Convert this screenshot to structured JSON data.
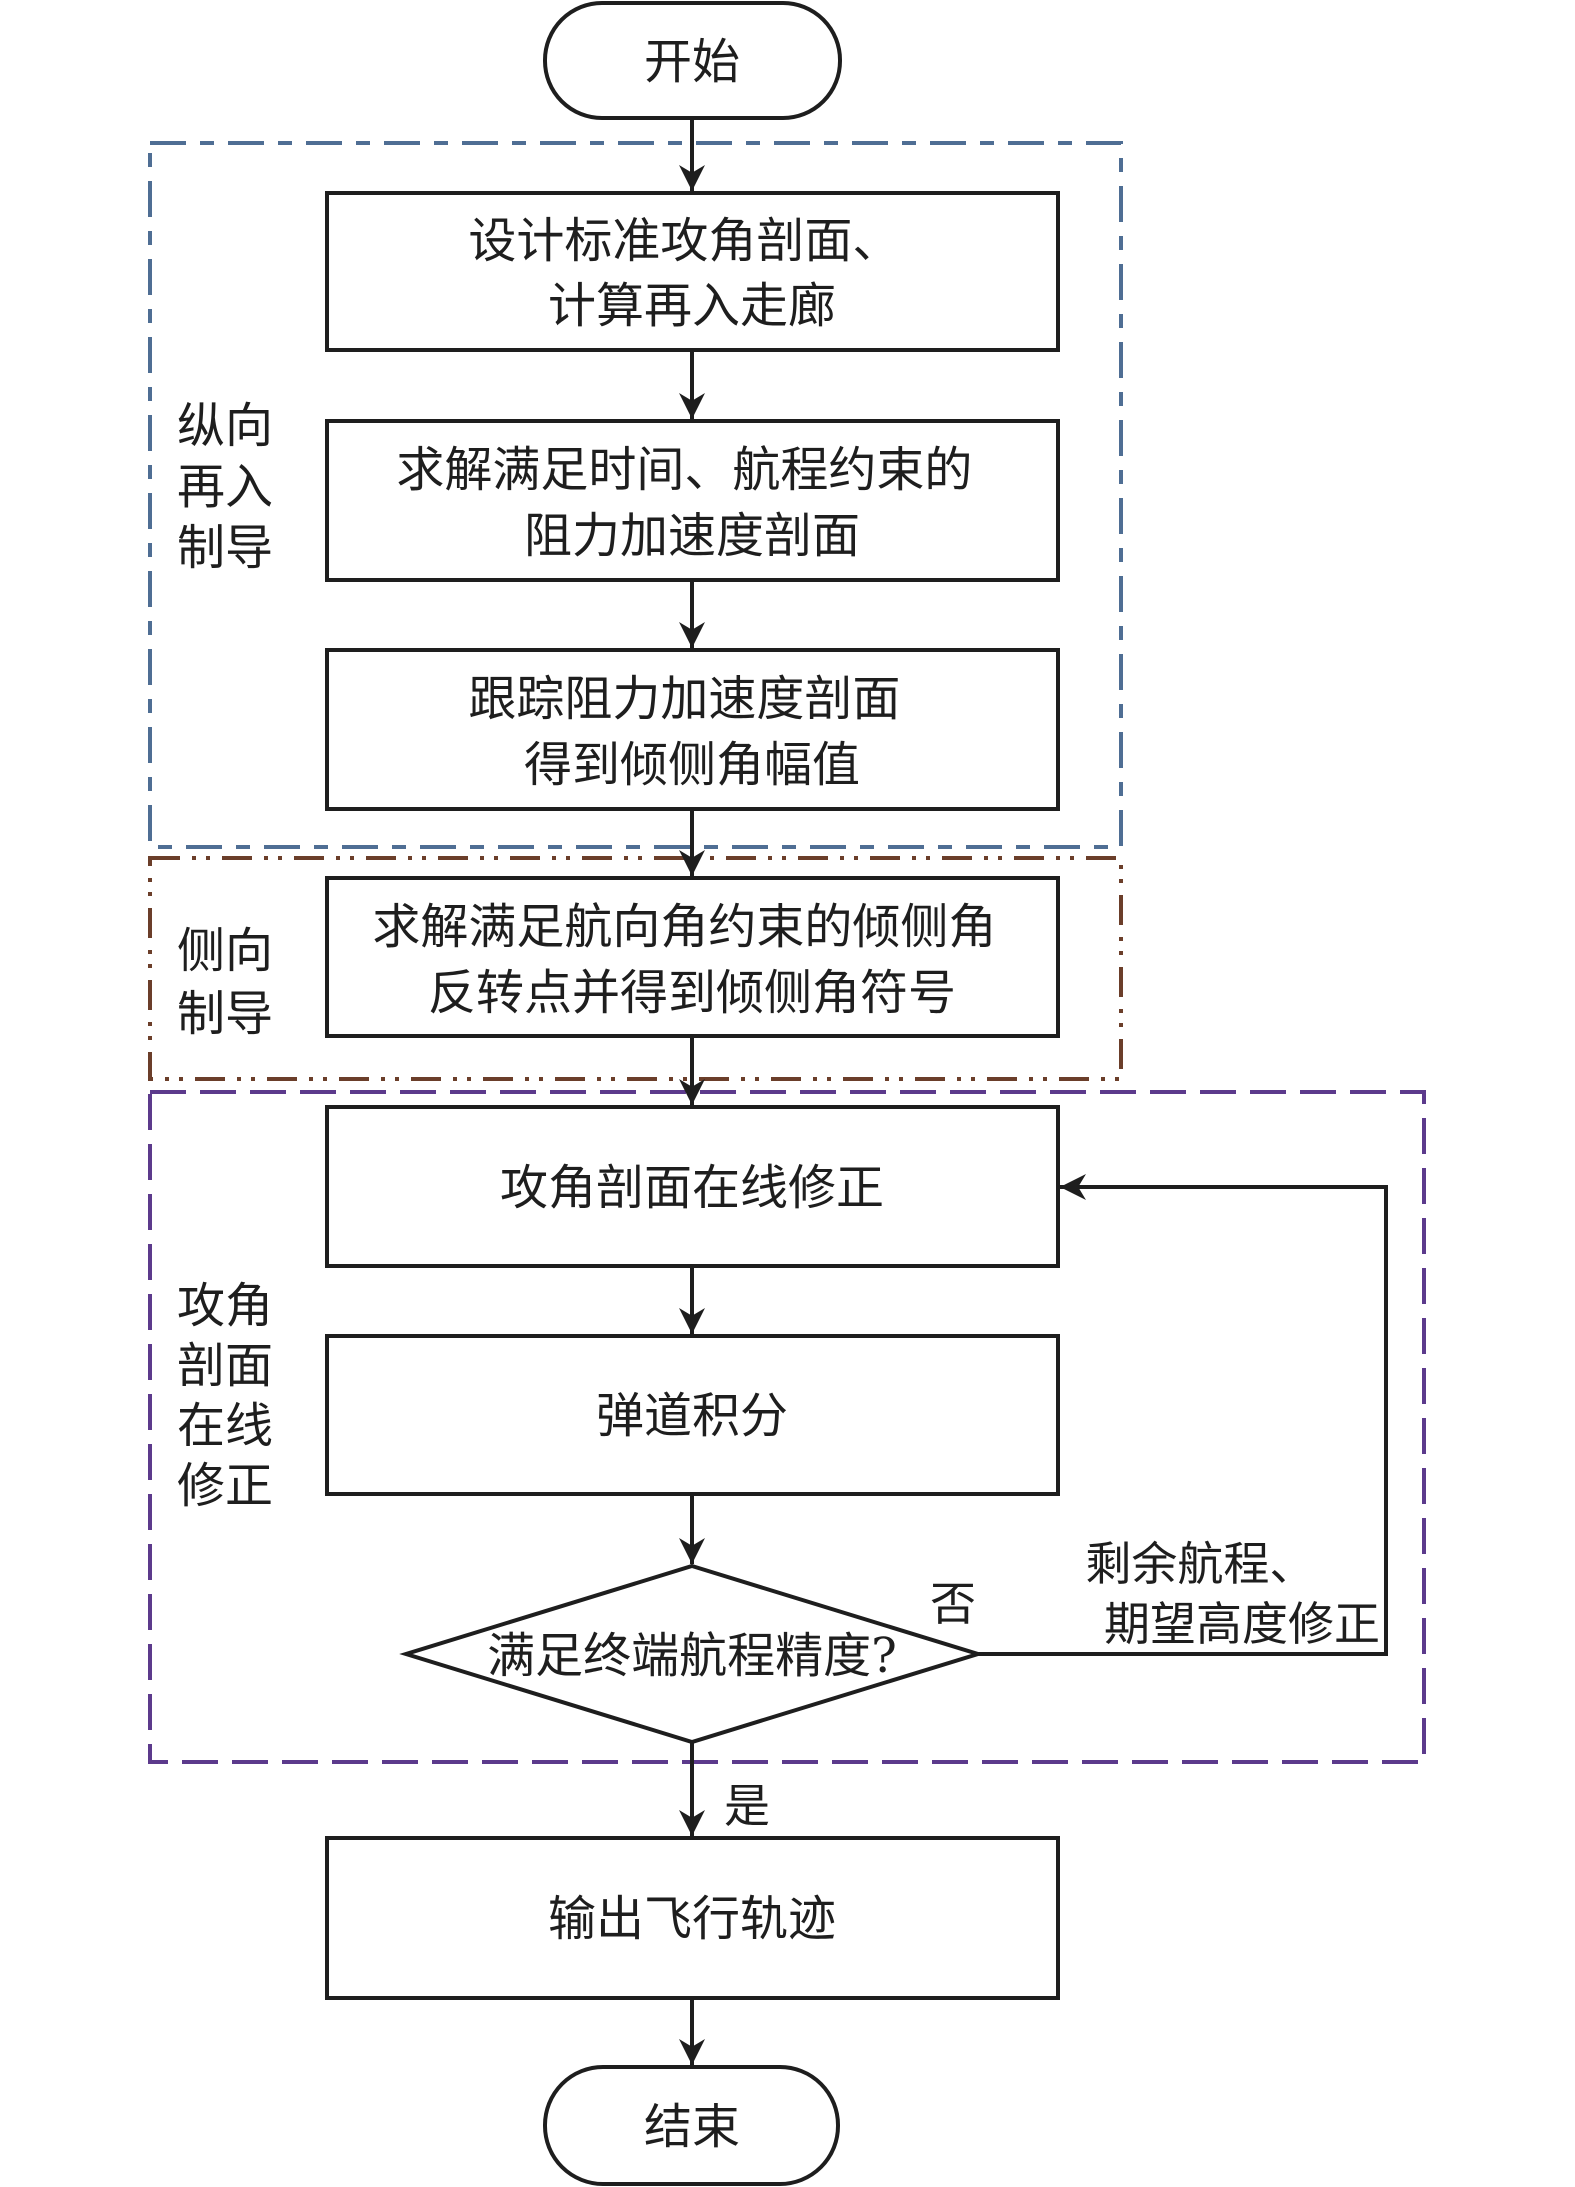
{
  "diagram": {
    "type": "flowchart",
    "colors": {
      "stroke": "#1e1e1e",
      "group_longitudinal": "#4f6e94",
      "group_lateral": "#6b3e2a",
      "group_online": "#5c3a8c"
    },
    "nodes": {
      "start": {
        "shape": "terminal",
        "lines": [
          "开始"
        ]
      },
      "design_profile": {
        "shape": "process",
        "lines": [
          "设计标准攻角剖面、",
          "计算再入走廊"
        ]
      },
      "solve_drag": {
        "shape": "process",
        "lines": [
          "求解满足时间、航程约束的",
          "阻力加速度剖面"
        ]
      },
      "track_drag": {
        "shape": "process",
        "lines": [
          "跟踪阻力加速度剖面",
          "得到倾侧角幅值"
        ]
      },
      "solve_reversal": {
        "shape": "process",
        "lines": [
          "求解满足航向角约束的倾侧角",
          "反转点并得到倾侧角符号"
        ]
      },
      "online_correction": {
        "shape": "process",
        "lines": [
          "攻角剖面在线修正"
        ]
      },
      "trajectory_integration": {
        "shape": "process",
        "lines": [
          "弹道积分"
        ]
      },
      "check_accuracy": {
        "shape": "decision",
        "lines": [
          "满足终端航程精度?"
        ]
      },
      "output_trajectory": {
        "shape": "process",
        "lines": [
          "输出飞行轨迹"
        ]
      },
      "end": {
        "shape": "terminal",
        "lines": [
          "结束"
        ]
      }
    },
    "groups": {
      "longitudinal": {
        "label_lines": [
          "纵向",
          "再入",
          "制导"
        ],
        "style": "dash-dot"
      },
      "lateral": {
        "label_lines": [
          "侧向",
          "制导"
        ],
        "style": "dash-dot-dot"
      },
      "online": {
        "label_lines": [
          "攻角",
          "剖面",
          "在线",
          "修正"
        ],
        "style": "dashed"
      }
    },
    "edges": {
      "no_label": "否",
      "yes_label": "是",
      "feedback_label_lines": [
        "剩余航程、",
        "期望高度修正"
      ]
    }
  }
}
